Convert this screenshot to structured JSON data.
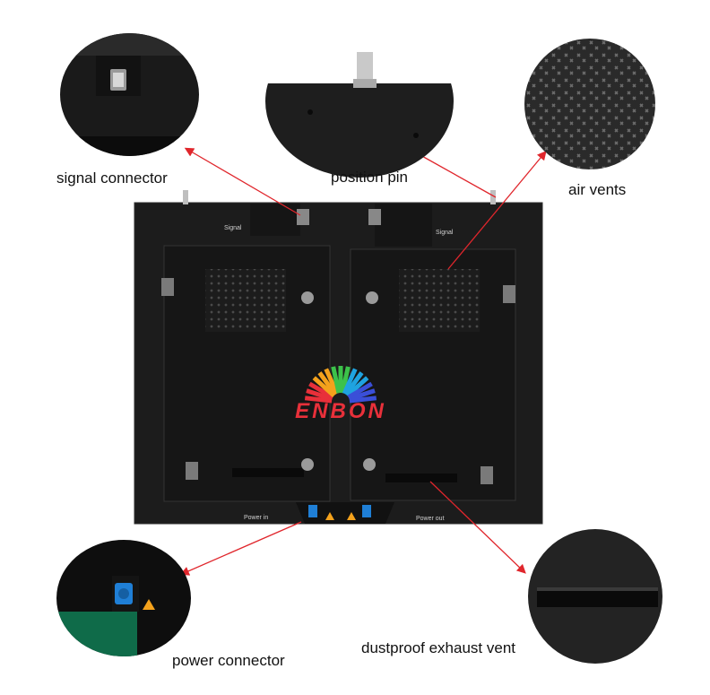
{
  "callouts": {
    "signal_connector": "signal connector",
    "position_pin": "position pin",
    "air_vents": "air vents",
    "power_connector": "power connector",
    "dustproof_exhaust_vent": "dustproof exhaust vent"
  },
  "cabinet": {
    "label_signal_left": "Signal",
    "label_signal_right": "Signal",
    "label_power_in": "Power in",
    "label_power_out": "Power out"
  },
  "brand": {
    "logo_text": "ENBON",
    "logo_colors": [
      "#e8303a",
      "#f4a21c",
      "#3cc24a",
      "#1fa3e0",
      "#3a4fd8"
    ]
  },
  "colors": {
    "arrow": "#e0262c",
    "cabinet": "#1a1a1a",
    "door": "#141414",
    "connector_blue": "#1f7fd6"
  }
}
